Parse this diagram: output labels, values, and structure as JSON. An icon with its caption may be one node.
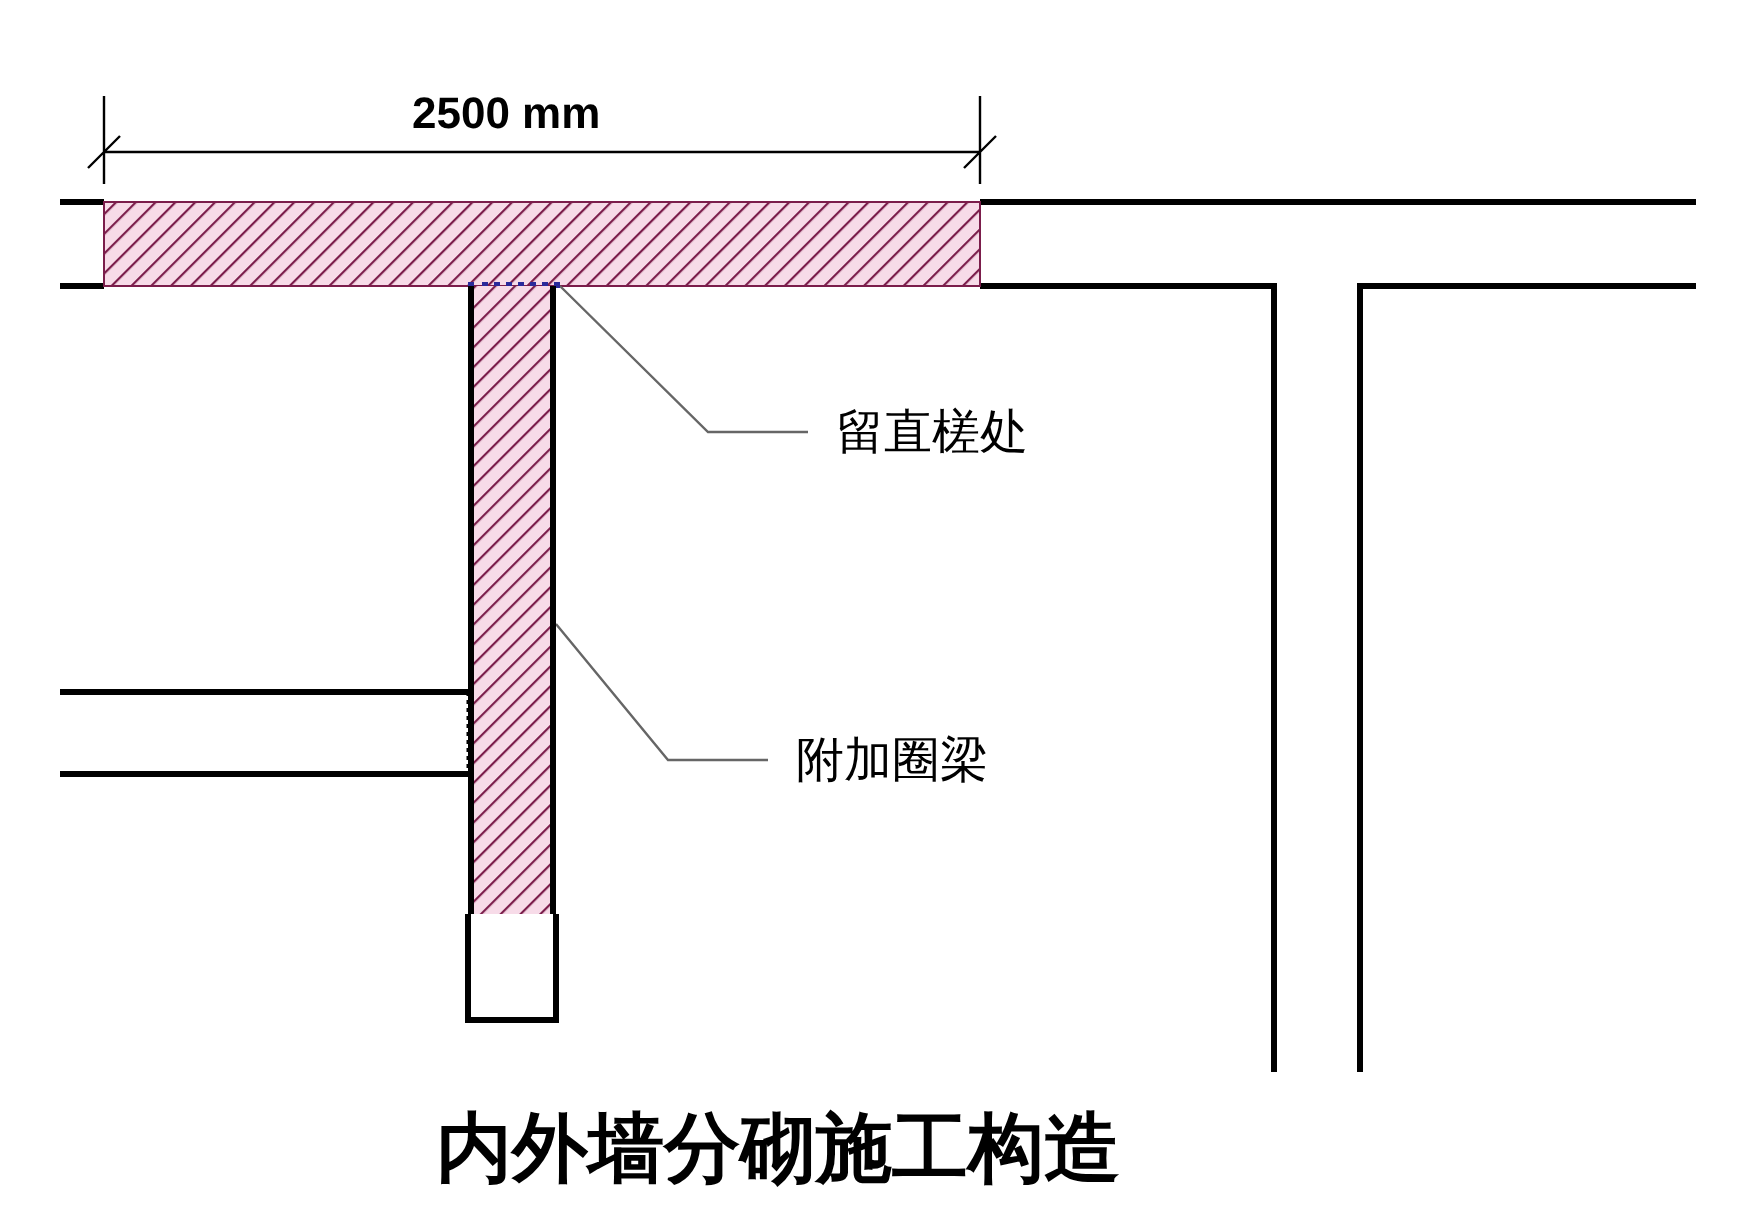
{
  "diagram": {
    "title": "内外墙分砌施工构造",
    "nodes": [
      {
        "text": [
          "留直槎处"
        ]
      },
      {
        "text": [],
        "shape": "line"
      },
      {
        "text": [
          "附加圈梁"
        ]
      },
      {
        "text": [],
        "shape": "bar"
      }
    ],
    "edges": [
      {
        "from": 0,
        "to": 1,
        "arrow": "none"
      },
      {
        "from": 2,
        "to": 3,
        "arrow": "none"
      }
    ],
    "labels": [
      "2500 mm"
    ]
  }
}
